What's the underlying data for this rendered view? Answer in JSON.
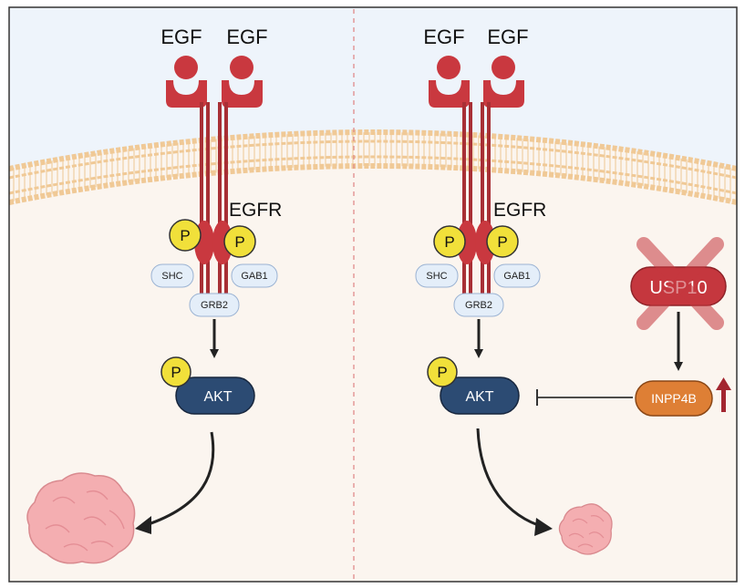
{
  "left_panel": {
    "ligand_labels": [
      "EGF",
      "EGF"
    ],
    "receptor_label": "EGFR",
    "phospho_labels": [
      "P",
      "P"
    ],
    "adaptors": {
      "left": "SHC",
      "right": "GAB1",
      "bottom": "GRB2"
    },
    "akt": {
      "label": "AKT",
      "phospho_label": "P"
    }
  },
  "right_panel": {
    "ligand_labels": [
      "EGF",
      "EGF"
    ],
    "receptor_label": "EGFR",
    "phospho_labels": [
      "P",
      "P"
    ],
    "adaptors": {
      "left": "SHC",
      "right": "GAB1",
      "bottom": "GRB2"
    },
    "akt": {
      "label": "AKT",
      "phospho_label": "P"
    },
    "usp10": {
      "label": "USP10"
    },
    "inpp4b": {
      "label": "INPP4B"
    }
  },
  "colors": {
    "receptor": "#c9383f",
    "phospho": "#f1e03a",
    "akt": "#2c4b73",
    "inpp4b": "#de7f35",
    "usp10": "#c5373e",
    "cross": "#c5373e",
    "up_arrow": "#a32630",
    "tumor": "#f4aeb1",
    "extracellular": "#eef4fb",
    "cytoplasm": "#fbf5ef",
    "membrane": "#f1d2a7",
    "divider": "#e08a8a"
  },
  "icons": [
    "cell-membrane",
    "egf-ligand",
    "egfr-receptor",
    "phosphate",
    "tumor-mass",
    "activation-arrow",
    "inhibition-bar",
    "cross-mark",
    "upregulation-arrow"
  ]
}
